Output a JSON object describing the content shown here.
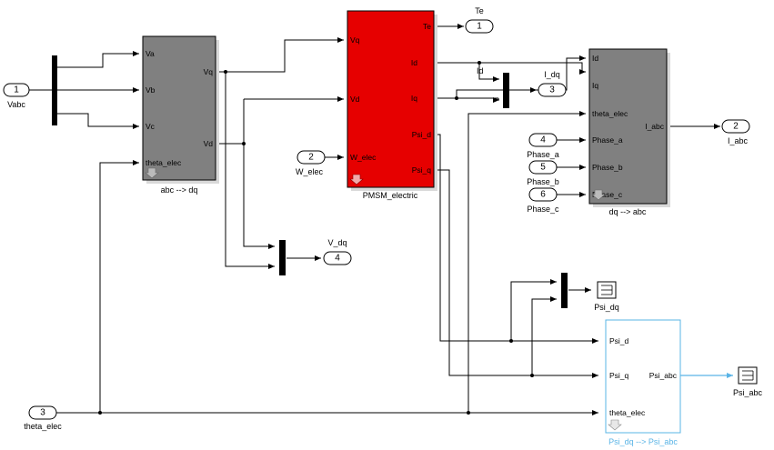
{
  "inports": {
    "vabc": {
      "number": "1",
      "label": "Vabc"
    },
    "w_elec": {
      "number": "2",
      "label": "W_elec"
    },
    "theta_elec": {
      "number": "3",
      "label": "theta_elec"
    },
    "phase_a": {
      "number": "4",
      "label": "Phase_a"
    },
    "phase_b": {
      "number": "5",
      "label": "Phase_b"
    },
    "phase_c": {
      "number": "6",
      "label": "Phase_c"
    }
  },
  "outports": {
    "te": {
      "number": "1",
      "label": "Te"
    },
    "i_abc": {
      "number": "2",
      "label": "I_abc"
    },
    "i_dq": {
      "number": "3",
      "label": "I_dq"
    },
    "v_dq": {
      "number": "4",
      "label": "V_dq"
    }
  },
  "blocks": {
    "abc_dq": {
      "name": "abc --> dq",
      "inputs": [
        "Va",
        "Vb",
        "Vc",
        "theta_elec"
      ],
      "outputs": [
        "Vq",
        "Vd"
      ]
    },
    "pmsm": {
      "name": "PMSM_electric",
      "inputs": [
        "Vq",
        "Vd",
        "W_elec"
      ],
      "outputs": [
        "Te",
        "Id",
        "Iq",
        "Psi_d",
        "Psi_q"
      ]
    },
    "dq_abc": {
      "name": "dq --> abc",
      "inputs": [
        "Id",
        "Iq",
        "theta_elec",
        "Phase_a",
        "Phase_b",
        "Phase_c"
      ],
      "outputs": [
        "I_abc"
      ]
    },
    "psi_dq_abc": {
      "name": "Psi_dq --> Psi_abc",
      "inputs": [
        "Psi_d",
        "Psi_q",
        "theta_elec"
      ],
      "outputs": [
        "Psi_abc"
      ]
    }
  },
  "signals": {
    "id_label": "Id"
  },
  "scopes": {
    "psi_dq": {
      "label": "Psi_dq"
    },
    "psi_abc": {
      "label": "Psi_abc"
    }
  },
  "colors": {
    "pmsm_block": "#e60000",
    "subsystem_block": "#808080",
    "highlight": "#5ab4e6"
  }
}
